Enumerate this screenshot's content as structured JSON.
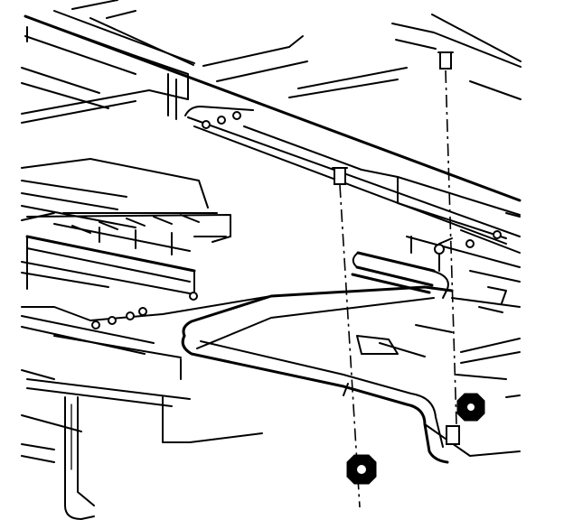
{
  "diagram": {
    "kind": "exploded line drawing",
    "parts": [
      {
        "id": "floor-panel",
        "name": "floor-panel"
      },
      {
        "id": "crossmember-upper",
        "name": "crossmember"
      },
      {
        "id": "pipe-bracket",
        "name": "bracket"
      },
      {
        "id": "pipe-assembly",
        "name": "pipe"
      },
      {
        "id": "mounting-stud-left",
        "name": "stud"
      },
      {
        "id": "mounting-stud-right",
        "name": "stud"
      },
      {
        "id": "nut-left",
        "name": "nut"
      },
      {
        "id": "nut-right",
        "name": "nut"
      }
    ],
    "colors": {
      "line": "#000000",
      "background": "#ffffff"
    }
  }
}
